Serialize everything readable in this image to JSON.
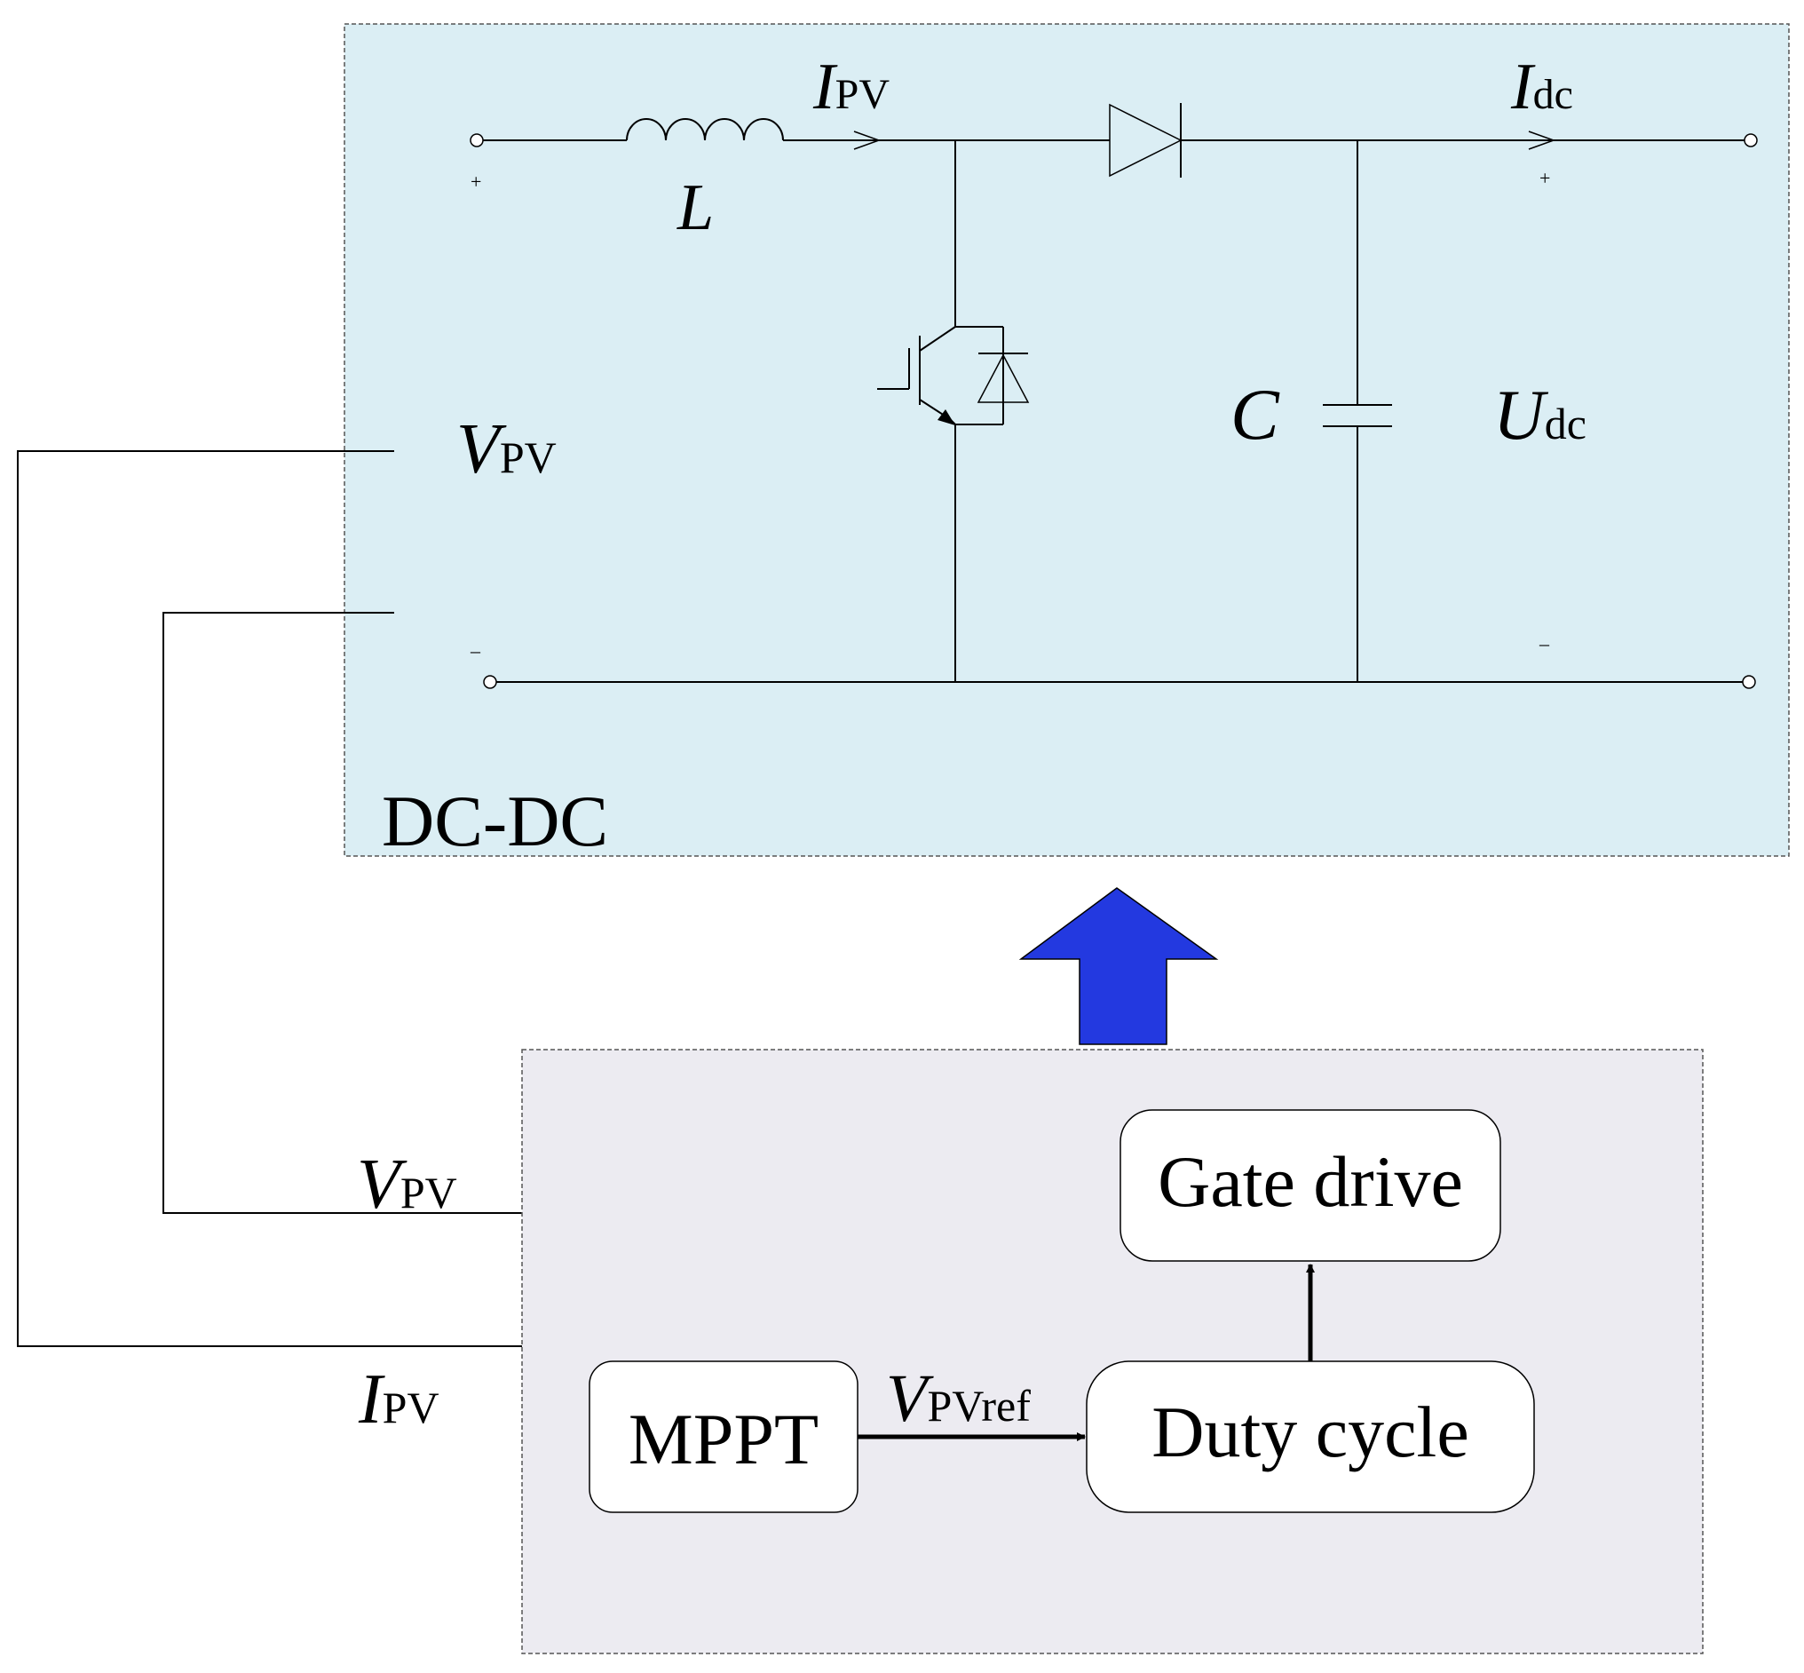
{
  "dcdc": {
    "title": "DC-DC",
    "bg_color": "#dbeef4",
    "inductor": "L",
    "capacitor": "C",
    "input_current": {
      "sym": "I",
      "sub": "PV"
    },
    "output_current": {
      "sym": "I",
      "sub": "dc"
    },
    "input_voltage": {
      "sym": "V",
      "sub": "PV"
    },
    "output_voltage": {
      "sym": "U",
      "sub": "dc"
    },
    "plus_sign": "+",
    "minus_sign": "–"
  },
  "control": {
    "bg_color": "#ecebf1",
    "gate_drive": "Gate drive",
    "duty_cycle": "Duty cycle",
    "mppt": "MPPT",
    "vref": {
      "sym": "V",
      "sub": "PVref"
    },
    "feedback_voltage": {
      "sym": "V",
      "sub": "PV"
    },
    "feedback_current": {
      "sym": "I",
      "sub": "PV"
    }
  },
  "colors": {
    "big_arrow": "#2339e0"
  }
}
